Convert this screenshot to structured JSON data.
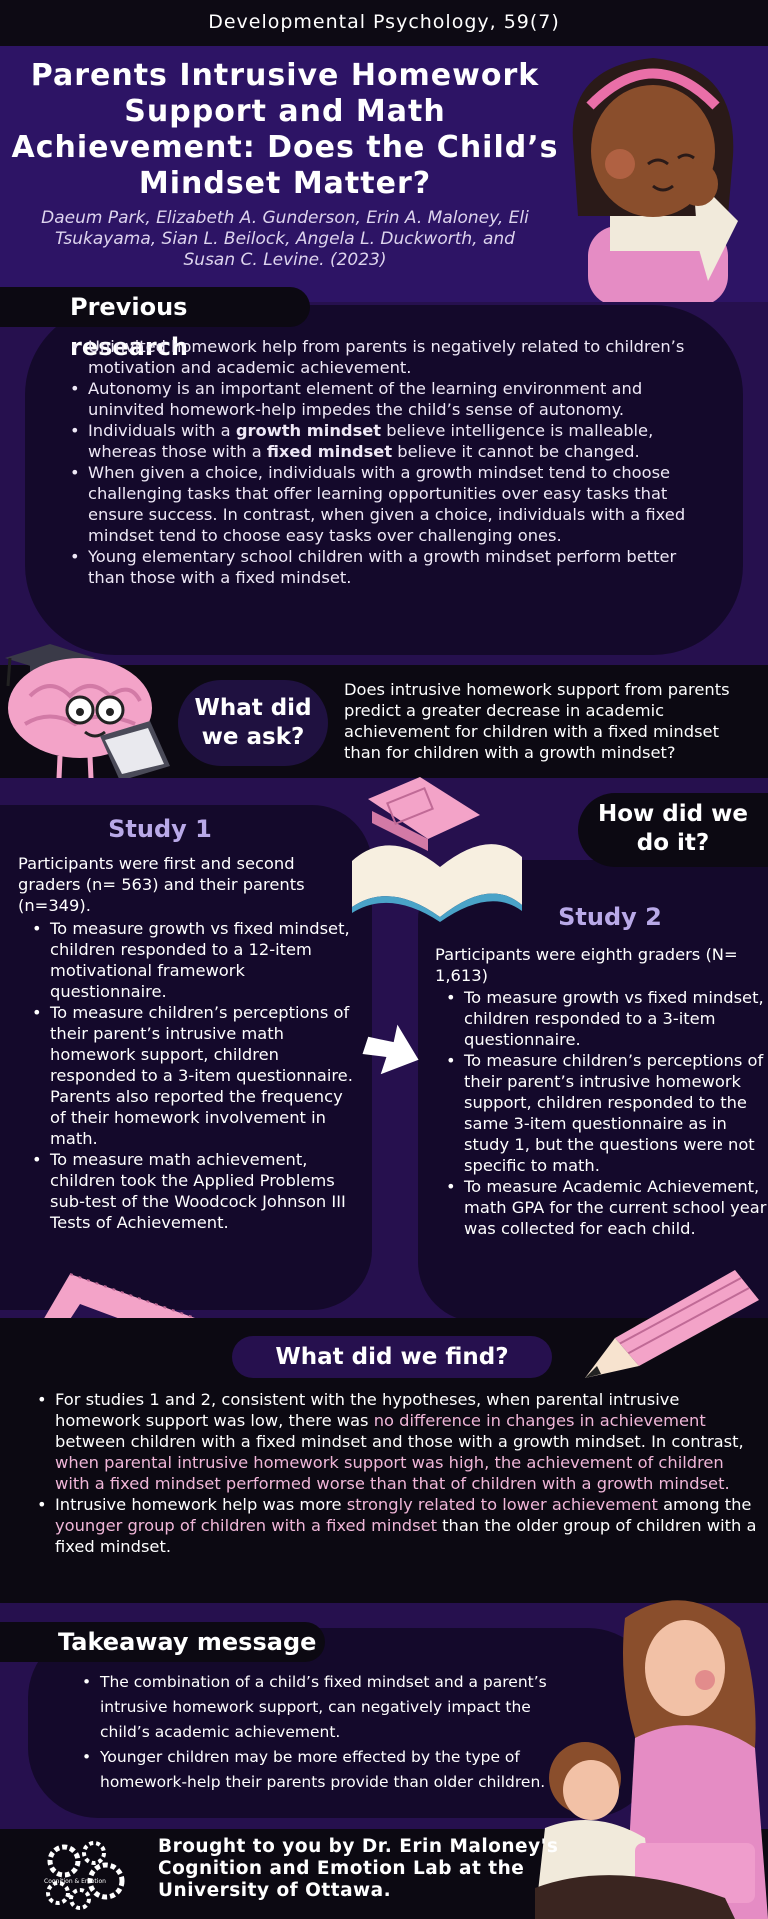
{
  "journal": "Developmental Psychology, 59(7)",
  "title": "Parents Intrusive Homework Support and Math Achievement: Does the Child’s Mindset Matter?",
  "authors": "Daeum Park, Elizabeth A. Gunderson, Erin A. Maloney, Eli Tsukayama, Sian L. Beilock, Angela L. Duckworth, and Susan C. Levine. (2023)",
  "previous": {
    "heading": "Previous research",
    "items": [
      "Uninvited homework help from parents is negatively related to children’s motivation and academic achievement.",
      "Autonomy is an important element of the learning environment and uninvited homework-help impedes the child’s sense of autonomy.",
      {
        "pre": "Individuals with a ",
        "bold1": "growth mindset",
        "mid": " believe intelligence is malleable, whereas those with a ",
        "bold2": "fixed mindset",
        "post": " believe it cannot be changed."
      },
      "When given a choice, individuals with a growth mindset tend to choose challenging tasks that offer learning opportunities over easy tasks that ensure success. In contrast, when given a choice, individuals with a fixed mindset tend to choose easy tasks over challenging ones.",
      "Young elementary school children with a growth mindset perform better than those with a fixed mindset."
    ]
  },
  "ask": {
    "heading": "What did we ask?",
    "text": "Does intrusive homework support from parents predict a greater decrease in academic achievement for children with a fixed mindset than for children with a growth mindset?"
  },
  "how": {
    "heading": "How did we do it?"
  },
  "study1": {
    "title": "Study 1",
    "intro": "Participants were first and second graders (n= 563) and their parents (n=349).",
    "items": [
      "To measure growth vs fixed mindset, children responded to a 12-item motivational framework questionnaire.",
      "To measure children’s perceptions of their parent’s intrusive math homework support, children responded to a 3-item questionnaire. Parents also reported the frequency of their homework involvement in math.",
      "To measure math achievement, children took the Applied Problems sub-test of the Woodcock Johnson III Tests of Achievement."
    ]
  },
  "study2": {
    "title": "Study 2",
    "intro": "Participants were eighth graders (N= 1,613)",
    "items": [
      "To measure growth vs fixed mindset, children responded to a 3-item questionnaire.",
      "To measure children’s perceptions of their parent’s intrusive homework support, children responded to the same 3-item questionnaire as in study 1, but the questions were not specific to math.",
      "To measure Academic Achievement, math GPA for the current school year was collected for each child."
    ]
  },
  "find": {
    "heading": "What did we find?",
    "item1": {
      "a": "For studies 1 and 2, consistent with the hypotheses, when parental intrusive homework support was low, there was ",
      "h1": "no difference in changes in achievement",
      "b": " between children with a fixed mindset and those with a growth mindset. In contrast, ",
      "h2": "when parental intrusive homework support was high, the achievement of children with a fixed mindset performed worse than that of children with a growth mindset."
    },
    "item2": {
      "a": "Intrusive homework help was more ",
      "h1": "strongly related to lower achievement",
      "b": " among the  ",
      "h2": "younger group of children with a fixed mindset",
      "c": " than the older group of children with a fixed mindset."
    }
  },
  "takeaway": {
    "heading": "Takeaway message",
    "items": [
      "The combination of a child’s fixed mindset and a parent’s intrusive homework support, can negatively impact the child’s academic achievement.",
      "Younger children may be more effected by the type of homework-help their parents provide than older children."
    ]
  },
  "footer": {
    "text": "Brought to you by Dr. Erin Maloney's Cognition and Emotion Lab at the University of Ottawa.",
    "logo_text": "Cognition & Emotion"
  },
  "colors": {
    "background": "#26104e",
    "dark": "#0c0912",
    "box": "#14092b",
    "highlight": "#f0b6d8",
    "accent_pink": "#e58cc4"
  }
}
